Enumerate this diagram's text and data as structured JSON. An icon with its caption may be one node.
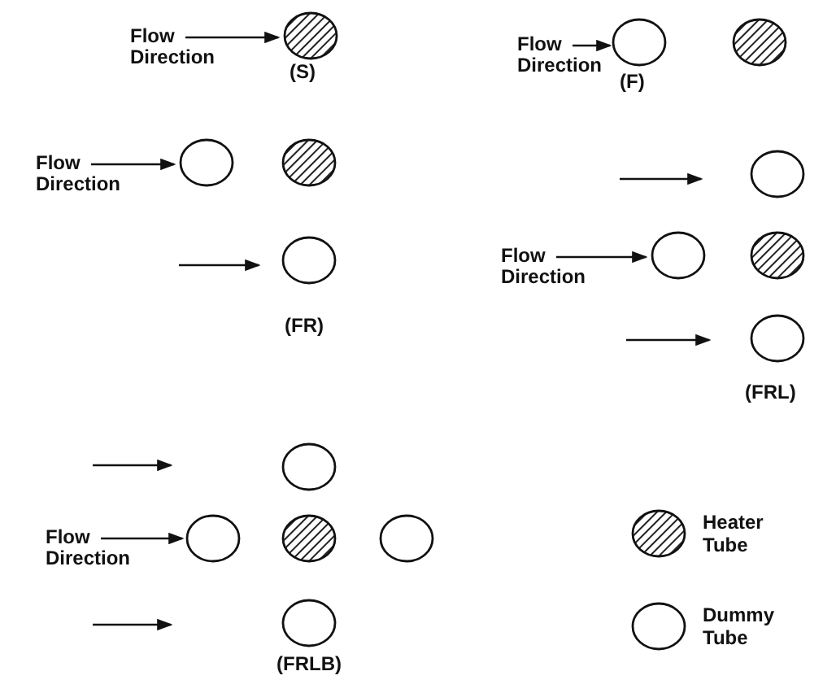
{
  "diagram": {
    "nodes": [
      {
        "text": [],
        "shape": "circle"
      },
      {
        "text": [],
        "shape": "circle"
      },
      {
        "text": [],
        "shape": "circle"
      },
      {
        "text": [],
        "shape": "circle"
      },
      {
        "text": [],
        "shape": "circle"
      },
      {
        "text": [],
        "shape": "circle"
      },
      {
        "text": [],
        "shape": "circle"
      },
      {
        "text": [],
        "shape": "circle"
      },
      {
        "text": [],
        "shape": "circle"
      },
      {
        "text": [],
        "shape": "circle"
      },
      {
        "text": [],
        "shape": "circle"
      },
      {
        "text": [],
        "shape": "circle"
      },
      {
        "text": [],
        "shape": "circle"
      },
      {
        "text": [],
        "shape": "circle"
      },
      {
        "text": [],
        "shape": "circle"
      },
      {
        "text": [],
        "shape": "circle"
      },
      {
        "text": [],
        "shape": "circle"
      }
    ],
    "labels": [
      "Flow Direction",
      "(S)",
      "Flow Direction",
      "(F)",
      "Flow Direction",
      "(FR)",
      "Flow Direction",
      "(FRL)",
      "Flow Direction",
      "(FRLB)"
    ],
    "legend": [
      {
        "text": "Heater Tube"
      },
      {
        "text": "Dummy Tube"
      }
    ]
  }
}
